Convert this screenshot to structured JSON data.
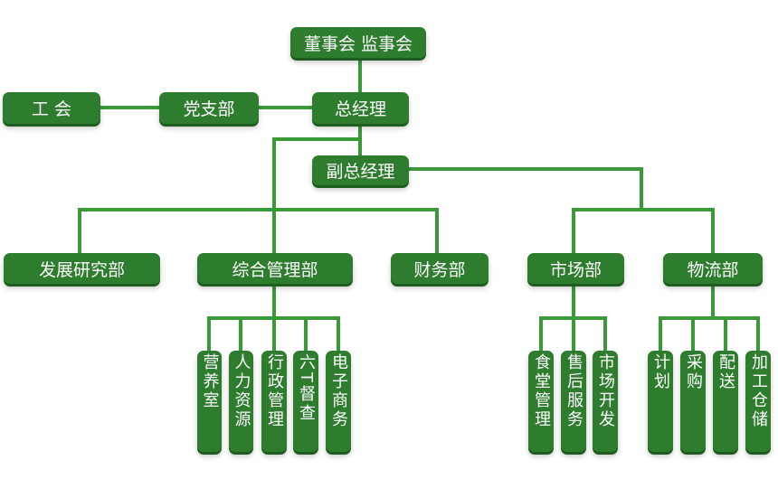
{
  "colors": {
    "box_fill": "#2e7d2e",
    "line": "#3a9a3a",
    "text": "#ffffff",
    "background": "#ffffff"
  },
  "nodes": {
    "board": "董事会 监事会",
    "union": "工 会",
    "party": "党支部",
    "gm": "总经理",
    "deputy_gm": "副总经理",
    "rnd": "发展研究部",
    "admin": "综合管理部",
    "finance": "财务部",
    "market": "市场部",
    "logistics": "物流部",
    "admin_subs": [
      "营养室",
      "人力资源",
      "行政管理",
      "六T督查",
      "电子商务"
    ],
    "market_subs": [
      "食堂管理",
      "售后服务",
      "市场开发"
    ],
    "logistics_subs": [
      "计划",
      "采购",
      "配送",
      "加工仓储"
    ]
  }
}
